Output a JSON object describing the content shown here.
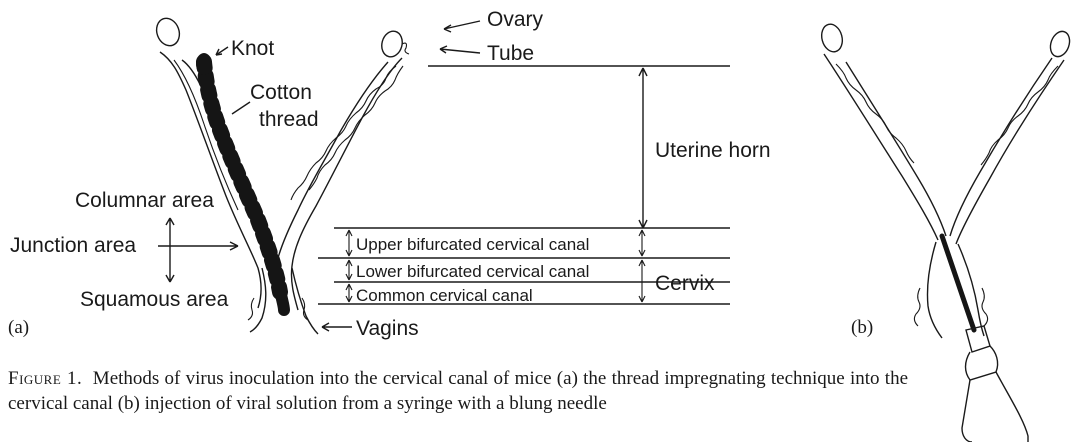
{
  "labels": {
    "ovary": "Ovary",
    "tube": "Tube",
    "knot": "Knot",
    "cotton": "Cotton",
    "thread": "thread",
    "uterine_horn": "Uterine horn",
    "columnar_area": "Columnar area",
    "junction_area": "Junction area",
    "squamous_area": "Squamous area",
    "upper_canal": "Upper bifurcated cervical canal",
    "lower_canal": "Lower bifurcated cervical canal",
    "common_canal": "Common cervical canal",
    "cervix": "Cervix",
    "vagina": "Vagins"
  },
  "panels": {
    "a": "(a)",
    "b": "(b)"
  },
  "caption": {
    "figure_label": "Figure 1.",
    "text": "Methods of virus inoculation into the cervical canal of mice (a) the thread impregnating technique into the cervical canal (b) injection of viral solution from a syringe with a blung needle"
  }
}
